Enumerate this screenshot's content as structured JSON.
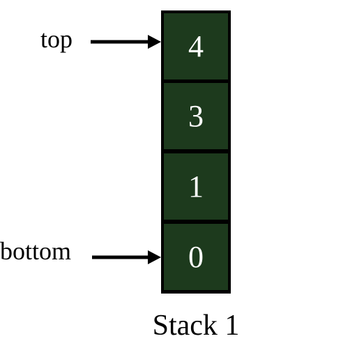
{
  "diagram": {
    "caption": "Stack 1",
    "stack_items": [
      "4",
      "3",
      "1",
      "0"
    ],
    "pointers": {
      "top": {
        "label": "top",
        "points_to": "4"
      },
      "bottom": {
        "label": "bottom",
        "points_to": "0"
      }
    },
    "colors": {
      "cell_fill": "#1d3a1d",
      "cell_border": "#000000",
      "cell_text": "#ffffff",
      "arrow": "#000000",
      "background": "#ffffff"
    }
  }
}
